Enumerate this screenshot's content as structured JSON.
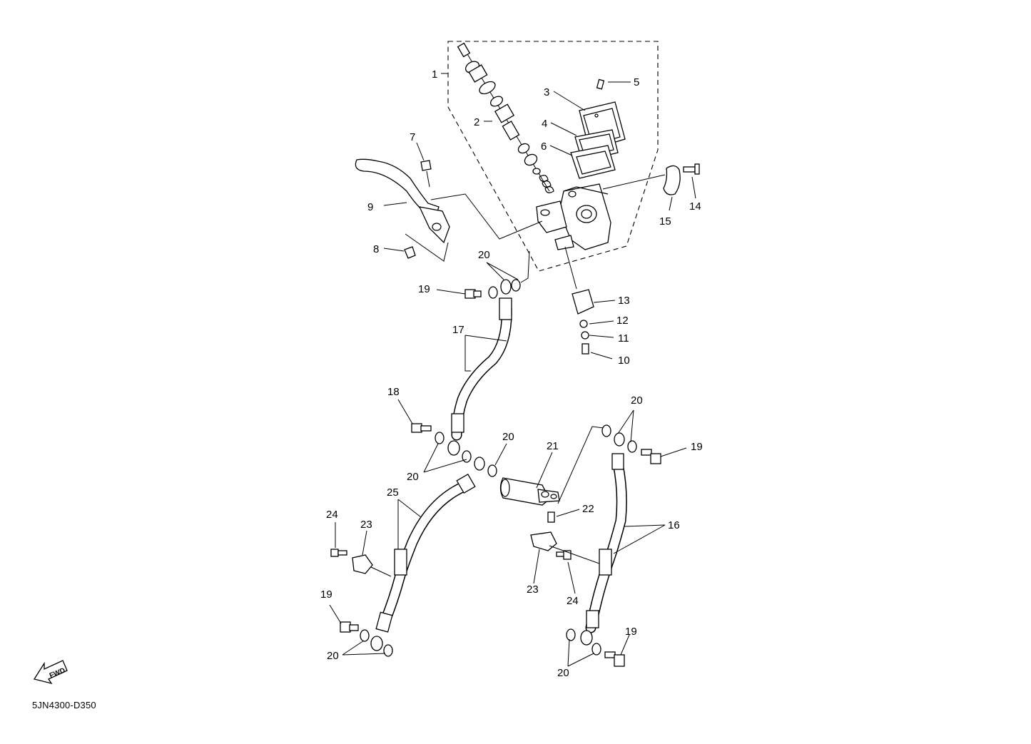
{
  "diagram": {
    "code": "5JN4300-D350",
    "fwd_label": "FWD",
    "callouts": {
      "c1": "1",
      "c2": "2",
      "c3": "3",
      "c4": "4",
      "c5": "5",
      "c6": "6",
      "c7": "7",
      "c8": "8",
      "c9": "9",
      "c10": "10",
      "c11": "11",
      "c12": "12",
      "c13": "13",
      "c14": "14",
      "c15": "15",
      "c16": "16",
      "c17": "17",
      "c18": "18",
      "c19a": "19",
      "c19b": "19",
      "c19c": "19",
      "c19d": "19",
      "c20a": "20",
      "c20b": "20",
      "c20c": "20",
      "c20d": "20",
      "c20e": "20",
      "c20f": "20",
      "c21": "21",
      "c22": "22",
      "c23a": "23",
      "c23b": "23",
      "c24a": "24",
      "c24b": "24",
      "c25": "25"
    }
  }
}
